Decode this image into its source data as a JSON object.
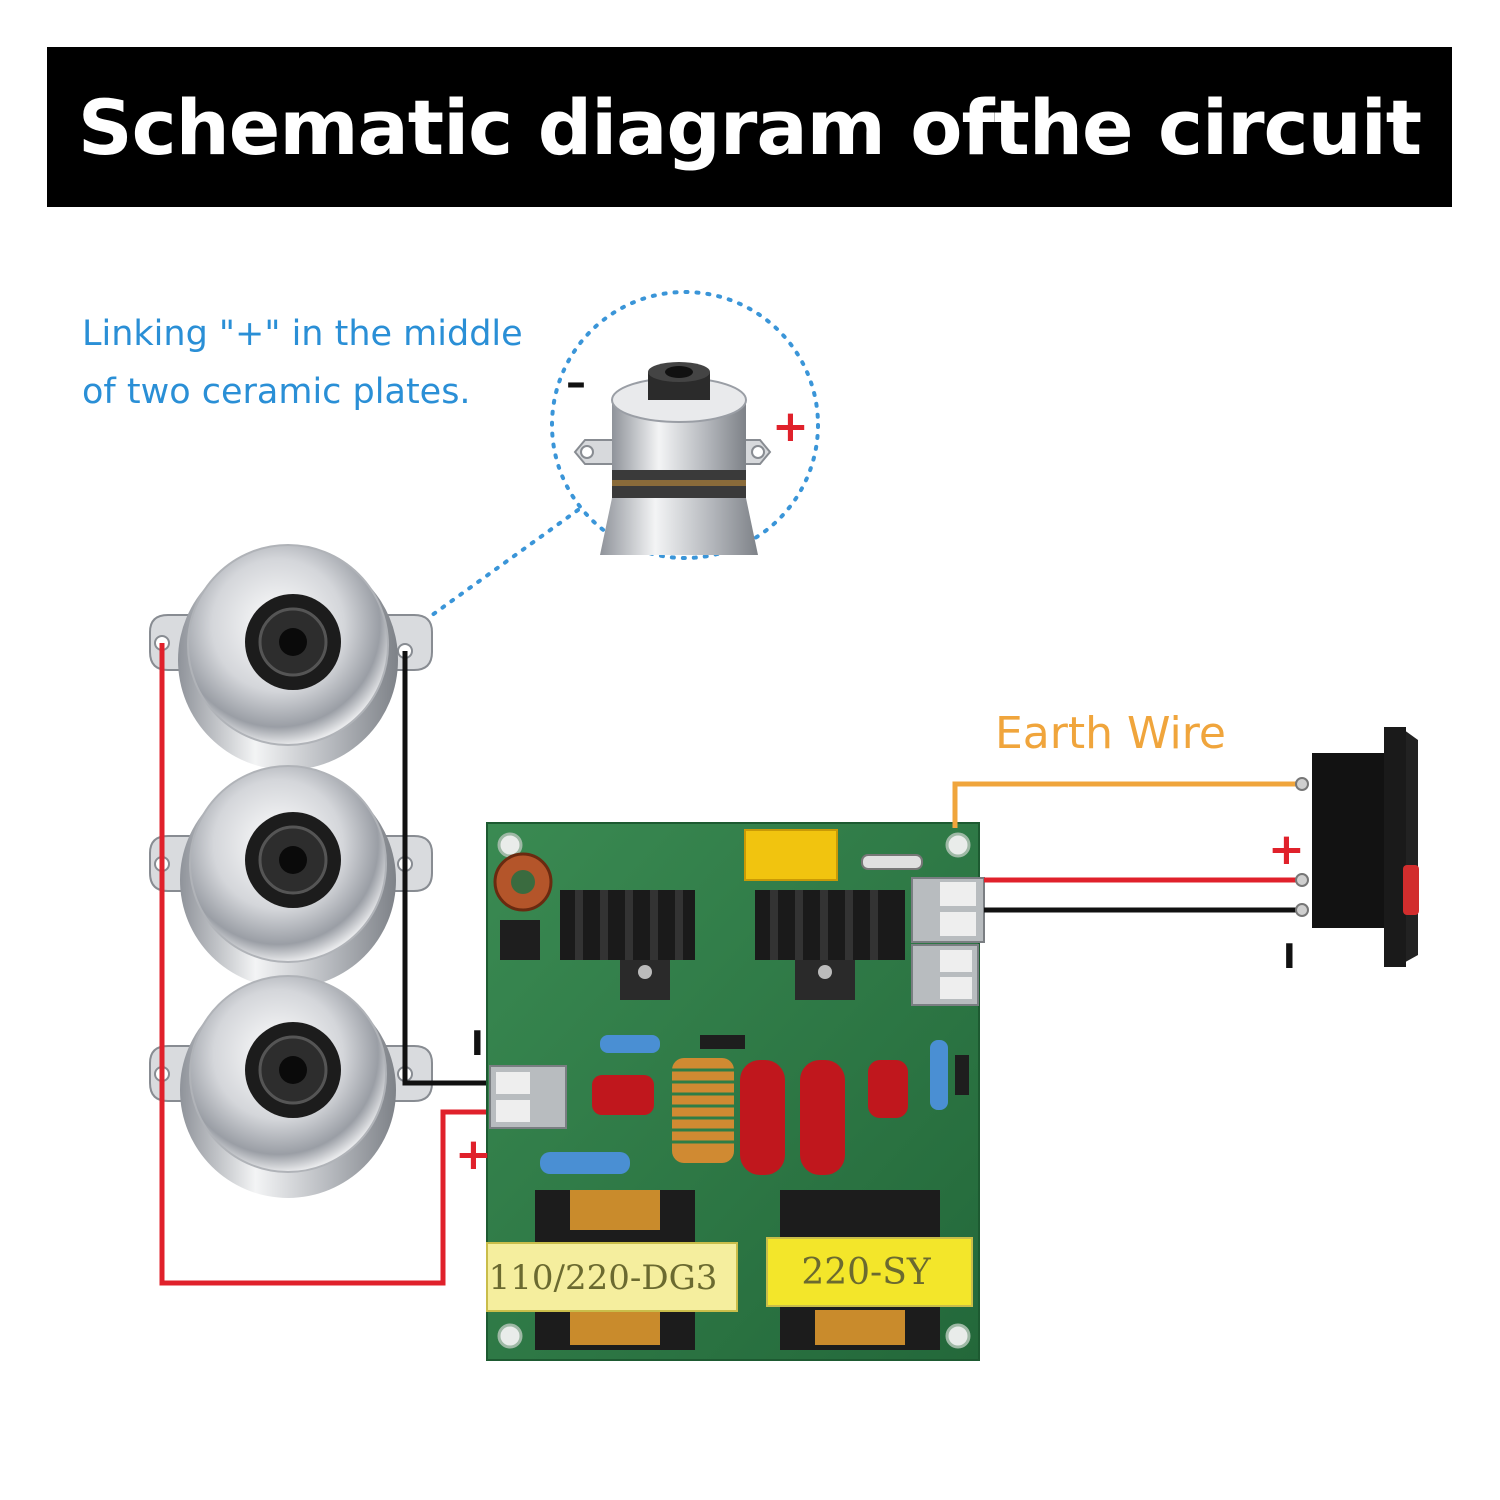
{
  "header": {
    "title": "Schematic diagram ofthe circuit"
  },
  "note": {
    "line1": "Linking \"+\" in the middle",
    "line2": "of two ceramic plates."
  },
  "labels": {
    "earth_wire": "Earth Wire",
    "plus": "+",
    "minus": "–",
    "off": "I"
  },
  "board": {
    "transformer_left": "110/220-DG3",
    "transformer_right": "220-SY"
  },
  "colors": {
    "banner": "#000000",
    "note_text": "#2a8fd6",
    "earth_wire": "#f0a53c",
    "positive_wire": "#e0212b",
    "negative_wire": "#111111",
    "pcb": "#2e7d46",
    "transformer_label": "#f3e62a"
  },
  "icons": [
    "ultrasonic-transducer-icon",
    "pcb-board-icon",
    "power-switch-socket-icon"
  ]
}
